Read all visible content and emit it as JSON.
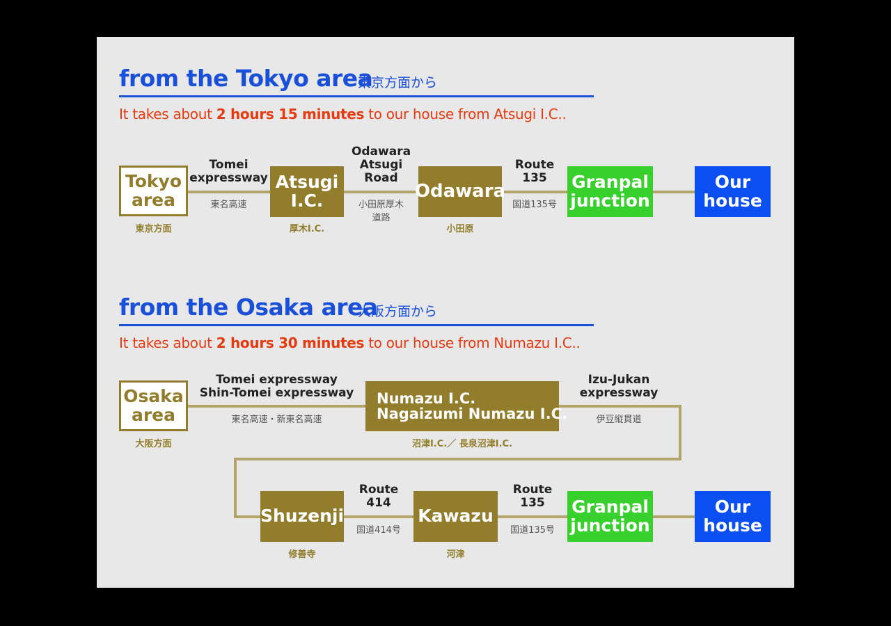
{
  "colors": {
    "heading": "#1a4fd8",
    "summary": "#e53a10",
    "gold": "#917d2b",
    "green": "#37d02c",
    "blue": "#0b4ff0",
    "line": "#b3a46a",
    "panel": "#e8e8e8"
  },
  "tokyo": {
    "heading": "from the Tokyo area",
    "heading_jp": "東京方面から",
    "summary": {
      "pre": "It takes about ",
      "duration": "2 hours 15 minutes",
      "post": " to our house from Atsugi I.C.."
    },
    "start": {
      "label": "Tokyo\narea",
      "jp": "東京方面"
    },
    "road1": {
      "label": "Tomei\nexpressway",
      "jp": "東名高速"
    },
    "atsugi": {
      "label": "Atsugi\nI.C.",
      "jp": "厚木I.C."
    },
    "road2": {
      "label": "Odawara\nAtsugi\nRoad",
      "jp": "小田原厚木\n道路"
    },
    "odawara": {
      "label": "Odawara",
      "jp": "小田原"
    },
    "road3": {
      "label": "Route\n135",
      "jp": "国道135号"
    },
    "granpal": {
      "label": "Granpal\njunction"
    },
    "house": {
      "label": "Our\nhouse"
    }
  },
  "osaka": {
    "heading": "from the Osaka area",
    "heading_jp": "大阪方面から",
    "summary": {
      "pre": "It takes about ",
      "duration": "2 hours 30 minutes",
      "post": " to our house from Numazu I.C.."
    },
    "start": {
      "label": "Osaka\narea",
      "jp": "大阪方面"
    },
    "road1": {
      "label": "Tomei expressway\nShin-Tomei expressway",
      "jp": "東名高速・新東名高速"
    },
    "numazu": {
      "label": "Numazu I.C.\nNagaizumi Numazu I.C.",
      "jp": "沼津I.C.／ 長泉沼津I.C."
    },
    "road2": {
      "label": "Izu-Jukan\nexpressway",
      "jp": "伊豆縦貫道"
    },
    "shuzenji": {
      "label": "Shuzenji",
      "jp": "修善寺"
    },
    "road3": {
      "label": "Route\n414",
      "jp": "国道414号"
    },
    "kawazu": {
      "label": "Kawazu",
      "jp": "河津"
    },
    "road4": {
      "label": "Route\n135",
      "jp": "国道135号"
    },
    "granpal": {
      "label": "Granpal\njunction"
    },
    "house": {
      "label": "Our\nhouse"
    }
  }
}
